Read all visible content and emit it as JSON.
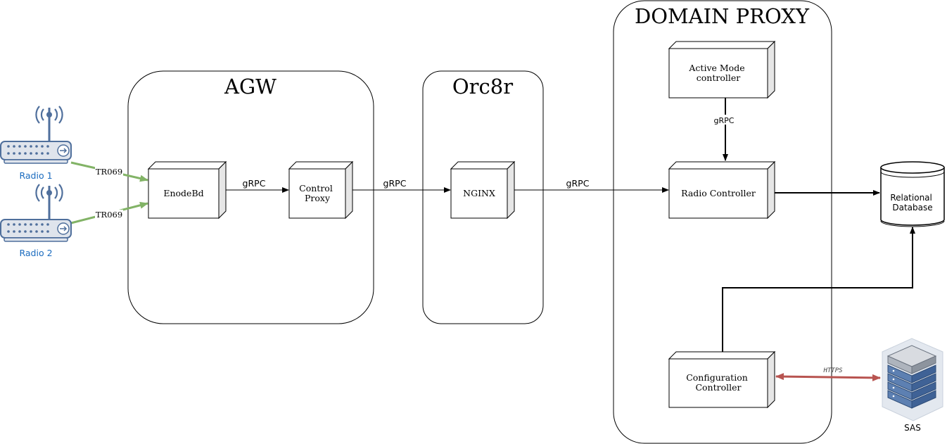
{
  "containers": {
    "agw": {
      "title": "AGW"
    },
    "orc8r": {
      "title": "Orc8r"
    },
    "domain_proxy": {
      "title": "DOMAIN PROXY"
    }
  },
  "radios": [
    {
      "label": "Radio 1"
    },
    {
      "label": "Radio 2"
    }
  ],
  "components": {
    "enodebd": {
      "lines": [
        "EnodeBd"
      ]
    },
    "control_proxy": {
      "lines": [
        "Control",
        "Proxy"
      ]
    },
    "nginx": {
      "lines": [
        "NGINX"
      ]
    },
    "active_mode": {
      "lines": [
        "Active Mode",
        "controller"
      ]
    },
    "radio_controller": {
      "lines": [
        "Radio Controller"
      ]
    },
    "configuration_controller": {
      "lines": [
        "Configuration",
        "Controller"
      ]
    },
    "database": {
      "lines": [
        "Relational",
        "Database"
      ]
    }
  },
  "edges": {
    "radio1_tr069": "TR069",
    "radio2_tr069": "TR069",
    "enodebd_to_proxy": "gRPC",
    "proxy_to_nginx": "gRPC",
    "nginx_to_radio": "gRPC",
    "active_to_radio": "gRPC",
    "https": "HTTPS"
  },
  "sas": {
    "label": "SAS"
  },
  "colors": {
    "radio_label": "#1a6bbf",
    "tr069_arrow": "#82b366",
    "https_arrow": "#b85450",
    "box_side": "#e6e6e6",
    "server_blue": "#4f6f9c"
  }
}
